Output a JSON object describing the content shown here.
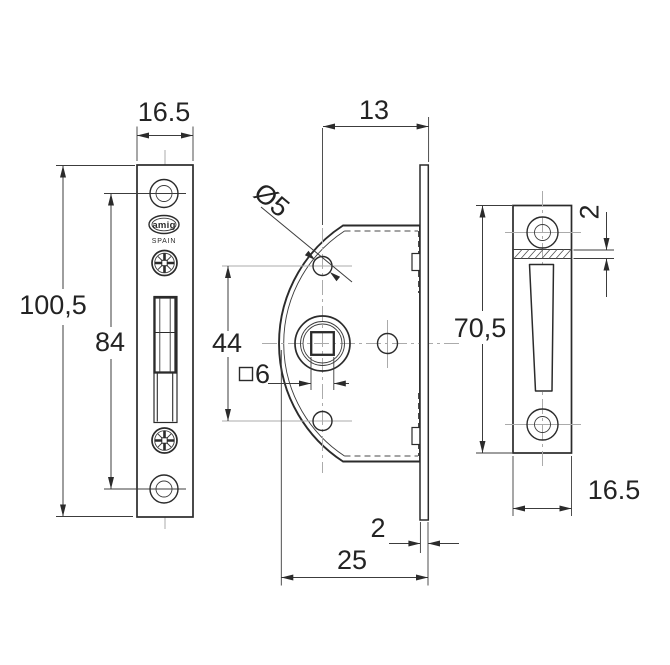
{
  "drawing": {
    "type": "technical-drawing-lock",
    "logo": {
      "brand": "amig",
      "country": "SPAIN"
    },
    "dimensions": {
      "front_plate_width": "16.5",
      "front_plate_height": "100,5",
      "front_screw_spacing": "84",
      "body_top_offset": "13",
      "hole_diameter": "Ø5",
      "body_hole_spacing": "44",
      "spindle_square_size": "6",
      "faceplate_thickness": "2",
      "body_depth": "25",
      "strike_plate_height": "70,5",
      "strike_plate_thickness": "2",
      "strike_plate_width": "16.5"
    },
    "colors": {
      "line": "#2b2b2b",
      "centerline": "#ababab",
      "background": "#ffffff"
    }
  }
}
